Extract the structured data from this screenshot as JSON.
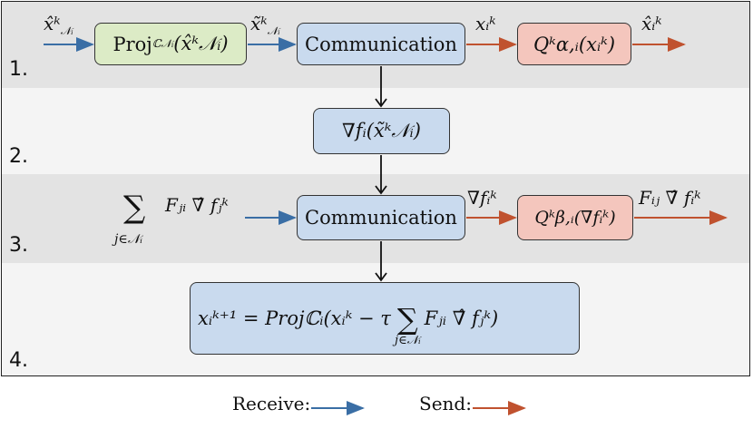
{
  "stages": [
    "1.",
    "2.",
    "3.",
    "4."
  ],
  "row1": {
    "input_label": "x̂ᵏ",
    "input_sub": "𝒩ᵢ",
    "proj_box": "Proj",
    "proj_sub": "ℂ𝒩ᵢ",
    "proj_arg": "(x̂ᵏ𝒩ᵢ)",
    "proj_out": "x̃ᵏ",
    "proj_out_sub": "𝒩ᵢ",
    "comm_box": "Communication",
    "comm_out": "xᵢᵏ",
    "quant_box": "Qᵏα,ᵢ(xᵢᵏ)",
    "quant_out": "x̂ᵢᵏ"
  },
  "row2": {
    "grad_box": "∇fᵢ(x̃ᵏ𝒩ᵢ)"
  },
  "row3": {
    "sum_symbol": "∑",
    "sum_term": "Fⱼᵢ ∇̂ fⱼᵏ",
    "sum_index": "j∈𝒩ᵢ",
    "comm_box": "Communication",
    "comm_out": "∇fᵢᵏ",
    "quant_box": "Qᵏβ,ᵢ(∇fᵢᵏ)",
    "quant_out": "Fᵢⱼ ∇̂ fᵢᵏ"
  },
  "row4": {
    "update_lhs": "xᵢᵏ⁺¹ = Projℂᵢ(xᵢᵏ − τ",
    "update_sum": "∑",
    "update_term": "Fⱼᵢ ∇̂ fⱼᵏ)",
    "update_index": "j∈𝒩ᵢ"
  },
  "legend": {
    "receive_label": "Receive:",
    "send_label": "Send:"
  },
  "colors": {
    "receive": "#3a6ea5",
    "send": "#c0522f",
    "green_box": "#dcebc6",
    "blue_box": "#c9daee",
    "red_box": "#f4c6bd"
  }
}
